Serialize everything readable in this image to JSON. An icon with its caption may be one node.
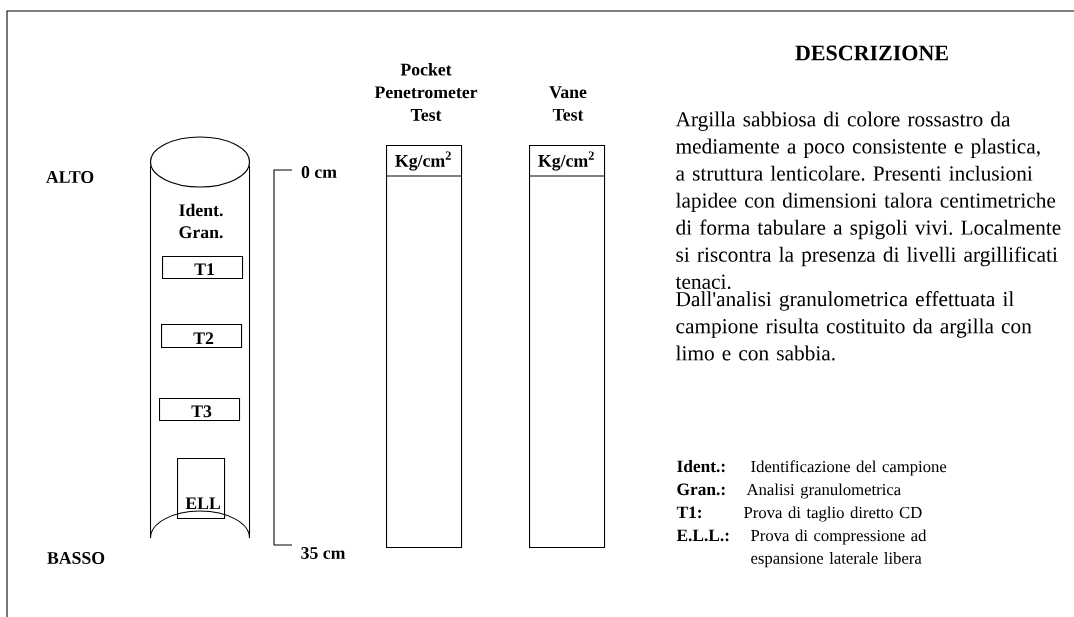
{
  "diagram": {
    "nodes": [
      {
        "text": [
          "Ident. Gran."
        ]
      },
      {
        "text": [
          "T1"
        ],
        "in": 0
      },
      {
        "text": [
          "T2"
        ],
        "in": 0
      },
      {
        "text": [
          "T3"
        ],
        "in": 0
      },
      {
        "text": [
          "ELL"
        ],
        "in": 0
      },
      {
        "text": [
          "Pocket Penetrometer Test",
          "Kg/cm$^{2}$"
        ]
      },
      {
        "text": [
          "Vane Test",
          "Kg/cm$^{2}$"
        ]
      }
    ],
    "labels": [
      "DESCRIZIONE",
      "ALTO",
      "0 cm",
      "BASSO",
      "35 cm",
      "Argilla sabbiosa di colore rossastro da mediamente a poco consistente e plastica, a struttura lenticolare. Presenti inclusioni lapidee con dimensioni talora centimetriche di forma tabulare a spigoli vivi. Localmente si riscontra la presenza di livelli argillificati tenaci.",
      "Dall'analisi granulometrica effettuata il campione risulta costituito da argilla con limo e con sabbia.",
      "Ident.:",
      "Identificazione del campione",
      "Gran.:",
      "Analisi granulometrica",
      "T1:",
      "Prova di taglio diretto CD",
      "E.L.L.:",
      "Prova di compressione ad espansione laterale libera"
    ]
  }
}
